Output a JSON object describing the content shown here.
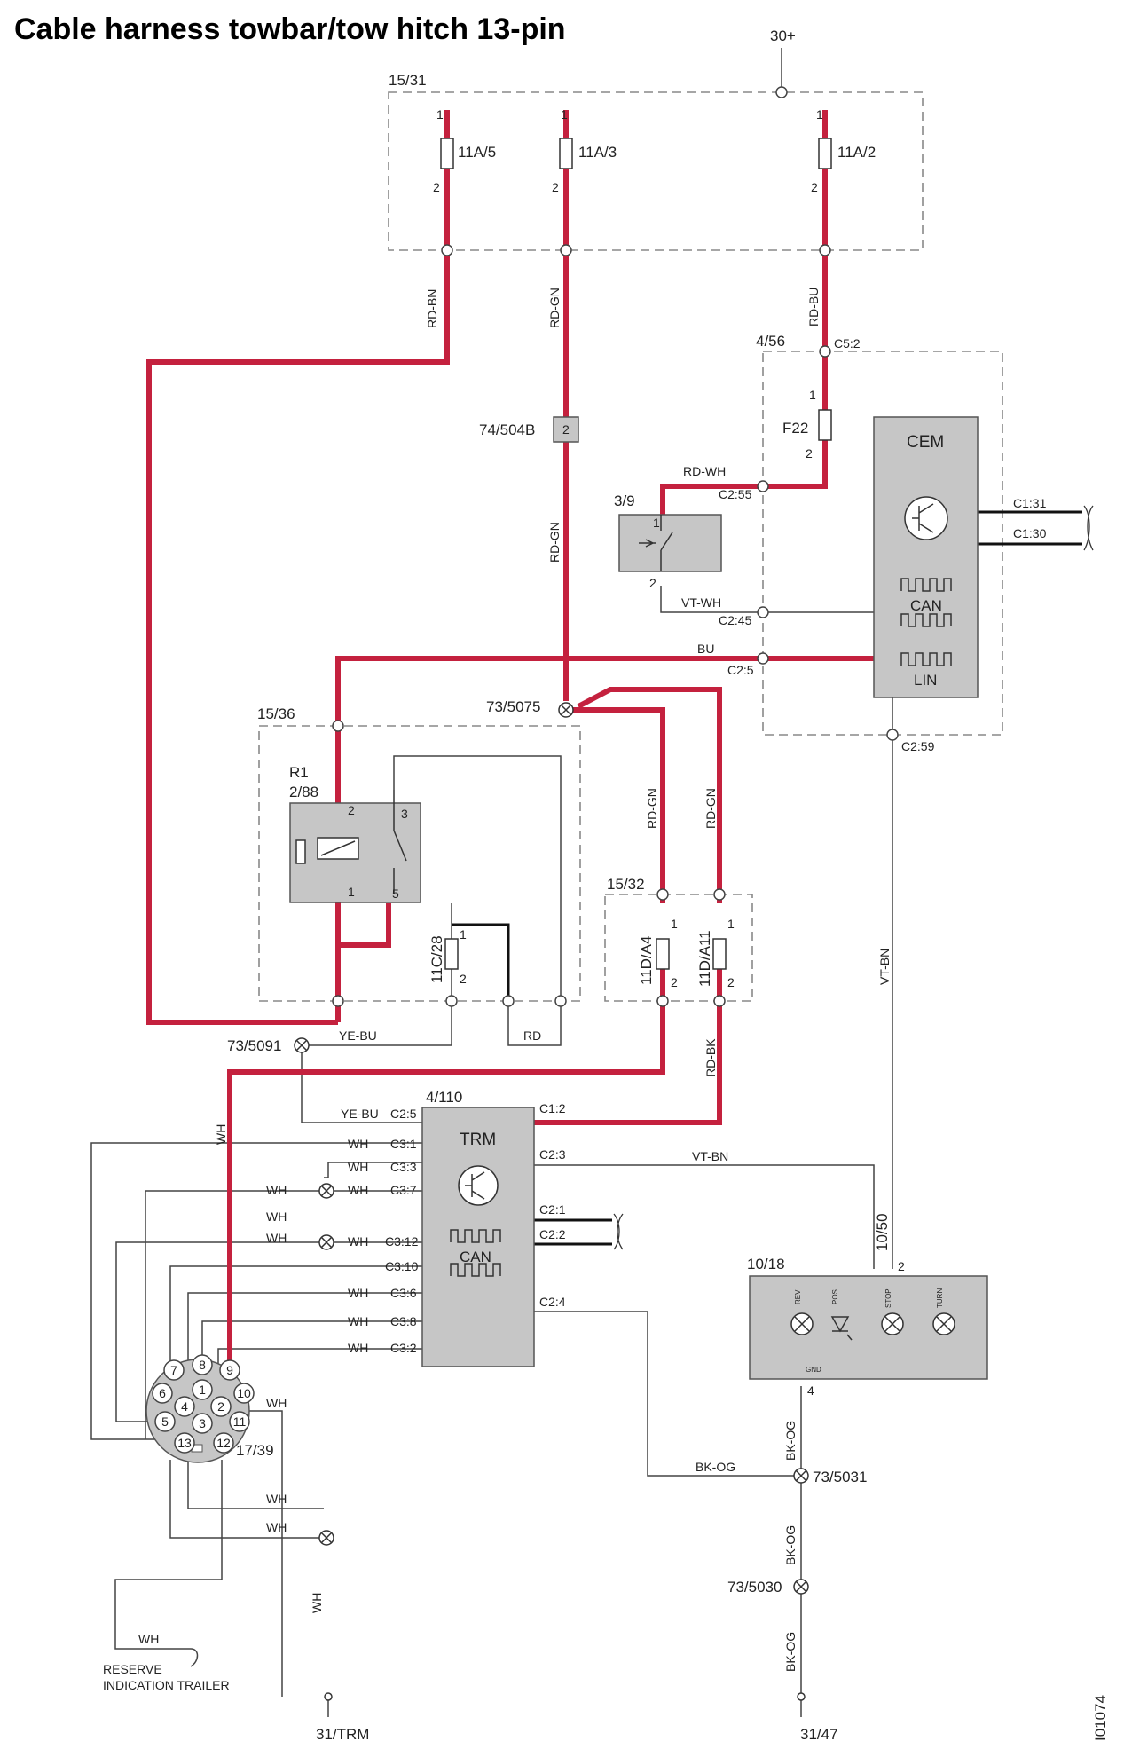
{
  "title": "Cable harness towbar/tow hitch 13-pin",
  "colors": {
    "harness_red": "#c4213e",
    "module_grey": "#c6c6c6",
    "wire": "#444444"
  },
  "labels": {
    "supply_30": "30+",
    "fusebox_15_31": "15/31",
    "fuse_11a5": "11A/5",
    "fuse_11a3": "11A/3",
    "fuse_11a2": "11A/2",
    "wire_rd_bn": "RD-BN",
    "wire_rd_gn_1": "RD-GN",
    "wire_rd_bu": "RD-BU",
    "cem_box_4_56": "4/56",
    "conn_c5_2": "C5:2",
    "fuse_f22": "F22",
    "cem": "CEM",
    "cem_can": "CAN",
    "cem_lin": "LIN",
    "cem_c1_31": "C1:31",
    "cem_c1_30": "C1:30",
    "splice_74_504b": "74/504B",
    "splice_74_504b_pin": "2",
    "wire_rd_wh": "RD-WH",
    "conn_c2_55": "C2:55",
    "switch_3_9": "3/9",
    "wire_rd_gn_2": "RD-GN",
    "wire_vt_wh": "VT-WH",
    "conn_c2_45": "C2:45",
    "wire_bu": "BU",
    "conn_c2_5": "C2:5",
    "conn_c2_59": "C2:59",
    "splice_73_5075": "73/5075",
    "relay_box_15_36": "15/36",
    "relay_r1": "R1",
    "relay_2_88": "2/88",
    "wire_rd_gn_3": "RD-GN",
    "wire_rd_gn_4": "RD-GN",
    "fusebox_15_32": "15/32",
    "fuse_11c28": "11C/28",
    "fuse_11da4": "11D/A4",
    "fuse_11da11": "11D/A11",
    "wire_vt_bn_1": "VT-BN",
    "splice_73_5091": "73/5091",
    "wire_ye_bu_1": "YE-BU",
    "wire_rd": "RD",
    "wire_rd_bk": "RD-BK",
    "trm_4_110": "4/110",
    "trm": "TRM",
    "trm_can": "CAN",
    "wire_wh_vertical": "WH",
    "wire_ye_bu_2": "YE-BU",
    "trm_c2_5": "C2:5",
    "trm_c1_2": "C1:2",
    "trm_c3_1": "C3:1",
    "trm_c3_3": "C3:3",
    "trm_c3_7": "C3:7",
    "trm_c3_12": "C3:12",
    "trm_c3_10": "C3:10",
    "trm_c3_6": "C3:6",
    "trm_c3_8": "C3:8",
    "trm_c3_2": "C3:2",
    "trm_c2_3": "C2:3",
    "trm_c2_1": "C2:1",
    "trm_c2_2": "C2:2",
    "trm_c2_4": "C2:4",
    "wire_vt_bn_2": "VT-BN",
    "wh": "WH",
    "socket_17_39": "17/39",
    "lamp_10_18": "10/18",
    "conn_10_50": "10/50",
    "lamp_rev": "REV",
    "lamp_pos": "POS",
    "lamp_stop": "STOP",
    "lamp_turn": "TURN",
    "lamp_gnd": "GND",
    "wire_bk_og_1": "BK-OG",
    "wire_bk_og_2": "BK-OG",
    "wire_bk_og_3": "BK-OG",
    "wire_bk_og_4": "BK-OG",
    "splice_73_5031": "73/5031",
    "splice_73_5030": "73/5030",
    "ground_31_trm": "31/TRM",
    "ground_31_47": "31/47",
    "reserve_line1": "RESERVE",
    "reserve_line2": "INDICATION TRAILER",
    "figure_id": "I01074"
  },
  "pins": {
    "p1": "1",
    "p2": "2",
    "p3": "3",
    "p4": "4",
    "p5": "5",
    "p6": "6",
    "p7": "7",
    "p8": "8",
    "p9": "9",
    "p10": "10",
    "p11": "11",
    "p12": "12",
    "p13": "13"
  }
}
